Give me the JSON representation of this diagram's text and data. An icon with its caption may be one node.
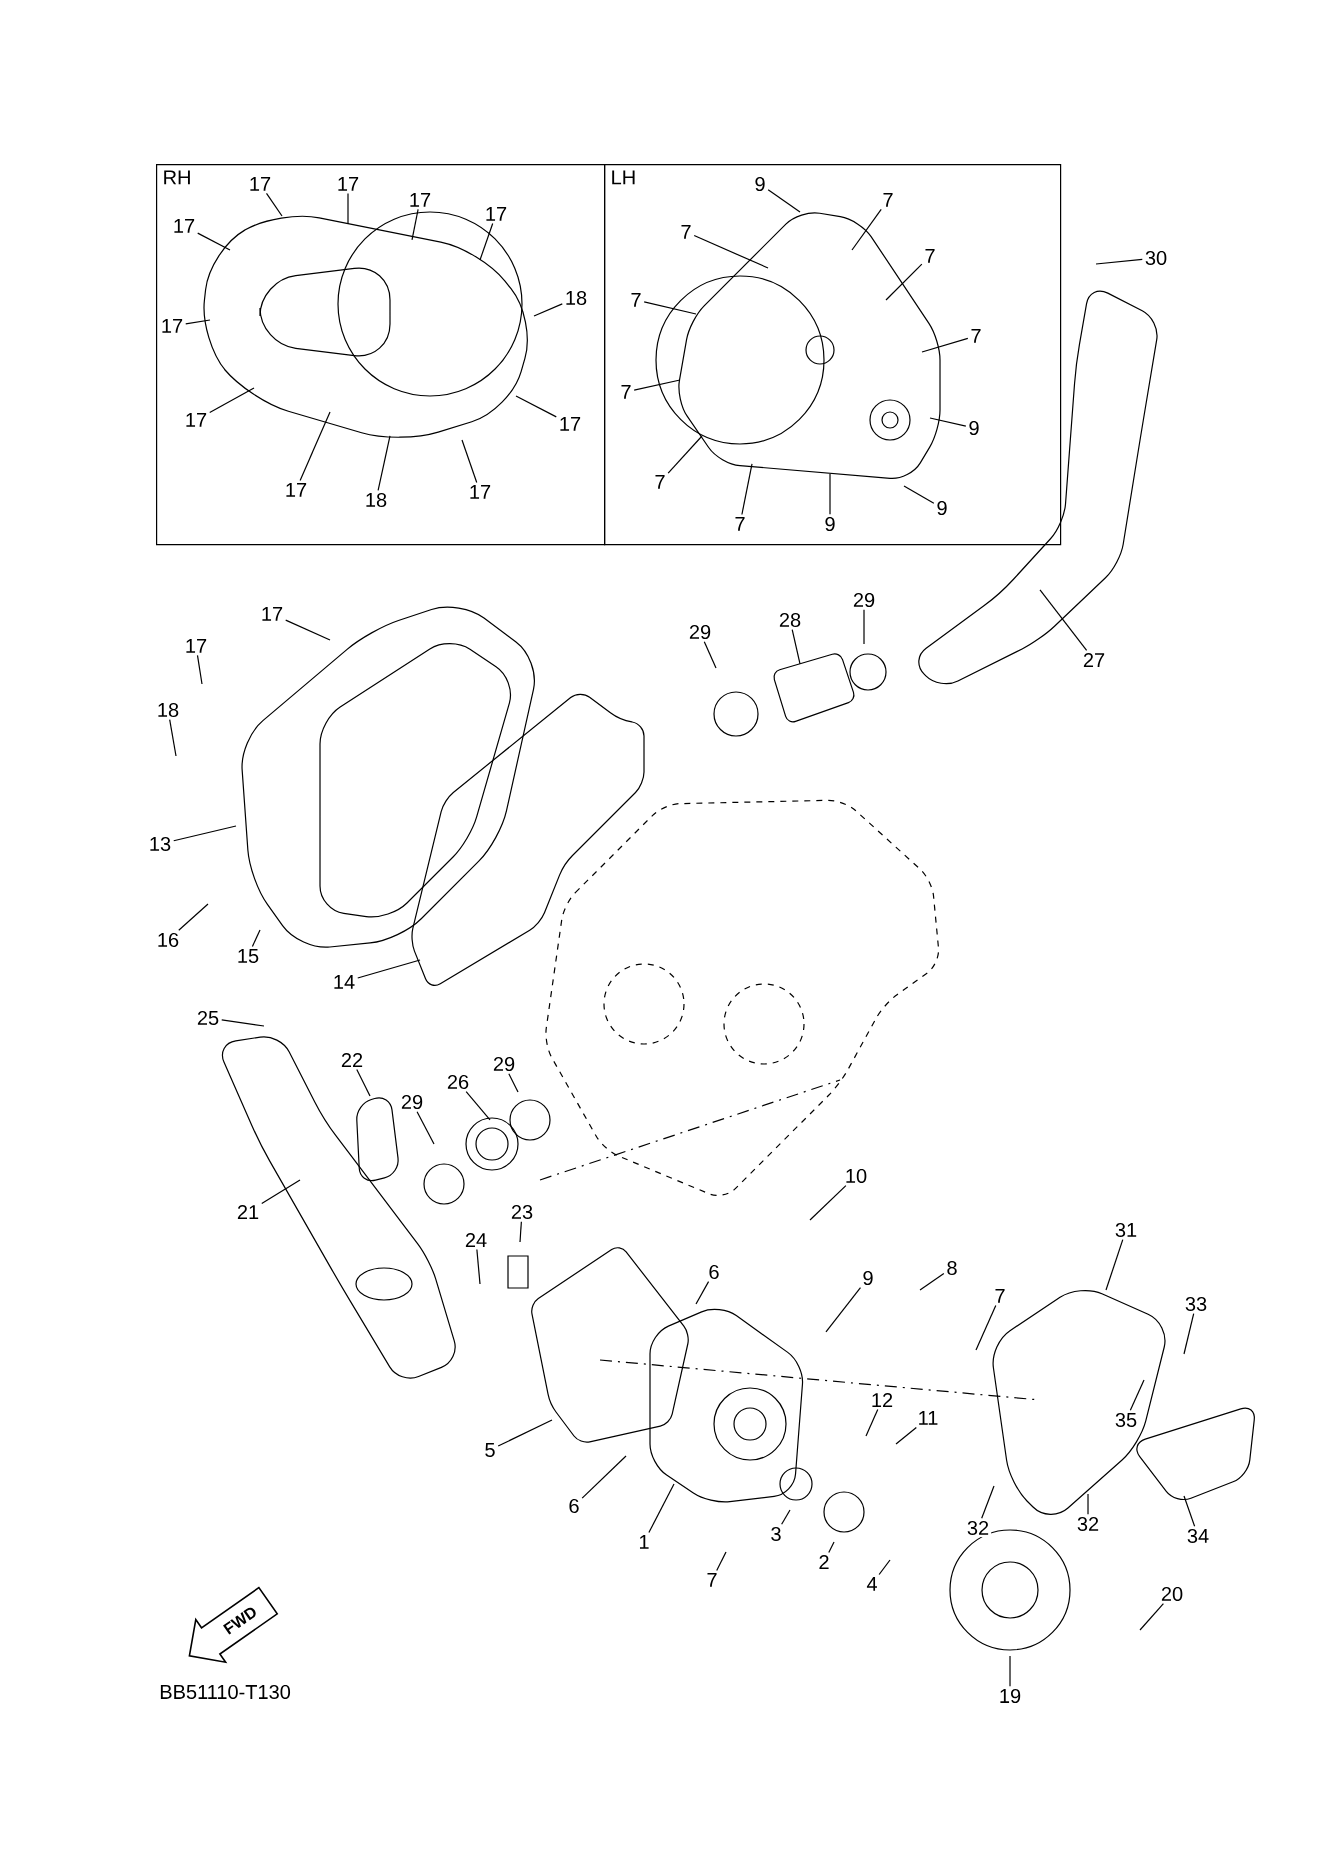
{
  "diagram": {
    "nodes": [
      {
        "text": [
          "RH"
        ]
      },
      {
        "text": [
          "LH"
        ]
      },
      {
        "text": [
          "17"
        ],
        "in": 0
      },
      {
        "text": [
          "17"
        ],
        "in": 0
      },
      {
        "text": [
          "17"
        ],
        "in": 0
      },
      {
        "text": [
          "17"
        ],
        "in": 0
      },
      {
        "text": [
          "17"
        ],
        "in": 0
      },
      {
        "text": [
          "18"
        ],
        "in": 0
      },
      {
        "text": [
          "17"
        ],
        "in": 0
      },
      {
        "text": [
          "17"
        ],
        "in": 0
      },
      {
        "text": [
          "17"
        ],
        "in": 0
      },
      {
        "text": [
          "17"
        ],
        "in": 0
      },
      {
        "text": [
          "18"
        ],
        "in": 0
      },
      {
        "text": [
          "17"
        ],
        "in": 0
      },
      {
        "text": [
          "9"
        ],
        "in": 1
      },
      {
        "text": [
          "7"
        ],
        "in": 1
      },
      {
        "text": [
          "7"
        ],
        "in": 1
      },
      {
        "text": [
          "7"
        ],
        "in": 1
      },
      {
        "text": [
          "7"
        ],
        "in": 1
      },
      {
        "text": [
          "7"
        ],
        "in": 1
      },
      {
        "text": [
          "7"
        ],
        "in": 1
      },
      {
        "text": [
          "9"
        ],
        "in": 1
      },
      {
        "text": [
          "7"
        ],
        "in": 1
      },
      {
        "text": [
          "7"
        ],
        "in": 1
      },
      {
        "text": [
          "9"
        ],
        "in": 1
      },
      {
        "text": [
          "9"
        ],
        "in": 1
      },
      {
        "text": [
          "30"
        ]
      },
      {
        "text": [
          "27"
        ]
      },
      {
        "text": [
          "29"
        ]
      },
      {
        "text": [
          "28"
        ]
      },
      {
        "text": [
          "29"
        ]
      },
      {
        "text": [
          "17"
        ]
      },
      {
        "text": [
          "17"
        ]
      },
      {
        "text": [
          "18"
        ]
      },
      {
        "text": [
          "13"
        ]
      },
      {
        "text": [
          "16"
        ]
      },
      {
        "text": [
          "15"
        ]
      },
      {
        "text": [
          "14"
        ]
      },
      {
        "text": [
          "25"
        ]
      },
      {
        "text": [
          "22"
        ]
      },
      {
        "text": [
          "26"
        ]
      },
      {
        "text": [
          "29"
        ]
      },
      {
        "text": [
          "29"
        ]
      },
      {
        "text": [
          "21"
        ]
      },
      {
        "text": [
          "23"
        ]
      },
      {
        "text": [
          "24"
        ]
      },
      {
        "text": [
          "10"
        ]
      },
      {
        "text": [
          "6"
        ]
      },
      {
        "text": [
          "9"
        ]
      },
      {
        "text": [
          "8"
        ]
      },
      {
        "text": [
          "7"
        ]
      },
      {
        "text": [
          "31"
        ]
      },
      {
        "text": [
          "33"
        ]
      },
      {
        "text": [
          "12"
        ]
      },
      {
        "text": [
          "11"
        ]
      },
      {
        "text": [
          "35"
        ]
      },
      {
        "text": [
          "5"
        ]
      },
      {
        "text": [
          "6"
        ]
      },
      {
        "text": [
          "1"
        ]
      },
      {
        "text": [
          "3"
        ]
      },
      {
        "text": [
          "2"
        ]
      },
      {
        "text": [
          "4"
        ]
      },
      {
        "text": [
          "7"
        ]
      },
      {
        "text": [
          "32"
        ]
      },
      {
        "text": [
          "32"
        ]
      },
      {
        "text": [
          "34"
        ]
      },
      {
        "text": [
          "20"
        ]
      },
      {
        "text": [
          "19"
        ]
      }
    ],
    "edges": [
      {
        "from": 2,
        "to": null,
        "arrow": "none"
      },
      {
        "from": 3,
        "to": null,
        "arrow": "none"
      },
      {
        "from": 4,
        "to": null,
        "arrow": "none"
      },
      {
        "from": 5,
        "to": null,
        "arrow": "none"
      },
      {
        "from": 6,
        "to": null,
        "arrow": "none"
      },
      {
        "from": 7,
        "to": null,
        "arrow": "none"
      },
      {
        "from": 8,
        "to": null,
        "arrow": "none"
      },
      {
        "from": 9,
        "to": null,
        "arrow": "none"
      },
      {
        "from": 10,
        "to": null,
        "arrow": "none"
      },
      {
        "from": 11,
        "to": null,
        "arrow": "none"
      },
      {
        "from": 12,
        "to": null,
        "arrow": "none"
      },
      {
        "from": 13,
        "to": null,
        "arrow": "none"
      },
      {
        "from": 14,
        "to": null,
        "arrow": "none"
      },
      {
        "from": 15,
        "to": null,
        "arrow": "none"
      },
      {
        "from": 16,
        "to": null,
        "arrow": "none"
      },
      {
        "from": 17,
        "to": null,
        "arrow": "none"
      },
      {
        "from": 18,
        "to": null,
        "arrow": "none"
      },
      {
        "from": 19,
        "to": null,
        "arrow": "none"
      },
      {
        "from": 20,
        "to": null,
        "arrow": "none"
      },
      {
        "from": 21,
        "to": null,
        "arrow": "none"
      },
      {
        "from": 22,
        "to": null,
        "arrow": "none"
      },
      {
        "from": 23,
        "to": null,
        "arrow": "none"
      },
      {
        "from": 24,
        "to": null,
        "arrow": "none"
      },
      {
        "from": 25,
        "to": null,
        "arrow": "none"
      },
      {
        "from": 26,
        "to": null,
        "arrow": "none"
      },
      {
        "from": 27,
        "to": null,
        "arrow": "none"
      },
      {
        "from": 28,
        "to": null,
        "arrow": "none"
      },
      {
        "from": 29,
        "to": null,
        "arrow": "none"
      },
      {
        "from": 30,
        "to": null,
        "arrow": "none"
      },
      {
        "from": 31,
        "to": null,
        "arrow": "none"
      },
      {
        "from": 32,
        "to": null,
        "arrow": "none"
      },
      {
        "from": 33,
        "to": null,
        "arrow": "none"
      },
      {
        "from": 34,
        "to": null,
        "arrow": "none"
      },
      {
        "from": 35,
        "to": null,
        "arrow": "none"
      },
      {
        "from": 36,
        "to": null,
        "arrow": "none"
      },
      {
        "from": 37,
        "to": null,
        "arrow": "none"
      },
      {
        "from": 38,
        "to": null,
        "arrow": "none"
      },
      {
        "from": 39,
        "to": null,
        "arrow": "none"
      },
      {
        "from": 40,
        "to": null,
        "arrow": "none"
      },
      {
        "from": 41,
        "to": null,
        "arrow": "none"
      },
      {
        "from": 42,
        "to": null,
        "arrow": "none"
      },
      {
        "from": 43,
        "to": null,
        "arrow": "none"
      },
      {
        "from": 44,
        "to": null,
        "arrow": "none"
      },
      {
        "from": 45,
        "to": null,
        "arrow": "none"
      },
      {
        "from": 46,
        "to": null,
        "arrow": "none"
      },
      {
        "from": 47,
        "to": null,
        "arrow": "none"
      },
      {
        "from": 48,
        "to": null,
        "arrow": "none"
      },
      {
        "from": 49,
        "to": null,
        "arrow": "none"
      },
      {
        "from": 50,
        "to": null,
        "arrow": "none"
      },
      {
        "from": 51,
        "to": null,
        "arrow": "none"
      },
      {
        "from": 52,
        "to": null,
        "arrow": "none"
      },
      {
        "from": 53,
        "to": null,
        "arrow": "none"
      },
      {
        "from": 54,
        "to": null,
        "arrow": "none"
      },
      {
        "from": 55,
        "to": null,
        "arrow": "none"
      },
      {
        "from": 56,
        "to": null,
        "arrow": "none"
      },
      {
        "from": 57,
        "to": null,
        "arrow": "none"
      },
      {
        "from": 58,
        "to": null,
        "arrow": "none"
      },
      {
        "from": 59,
        "to": null,
        "arrow": "none"
      },
      {
        "from": 60,
        "to": null,
        "arrow": "none"
      },
      {
        "from": 61,
        "to": null,
        "arrow": "none"
      },
      {
        "from": 62,
        "to": null,
        "arrow": "none"
      },
      {
        "from": 63,
        "to": null,
        "arrow": "none"
      },
      {
        "from": 64,
        "to": null,
        "arrow": "none"
      },
      {
        "from": 65,
        "to": null,
        "arrow": "none"
      },
      {
        "from": 66,
        "to": null,
        "arrow": "none"
      },
      {
        "from": 67,
        "to": null,
        "arrow": "none"
      }
    ],
    "labels": [
      "FWD",
      "BB51110-T130"
    ]
  }
}
